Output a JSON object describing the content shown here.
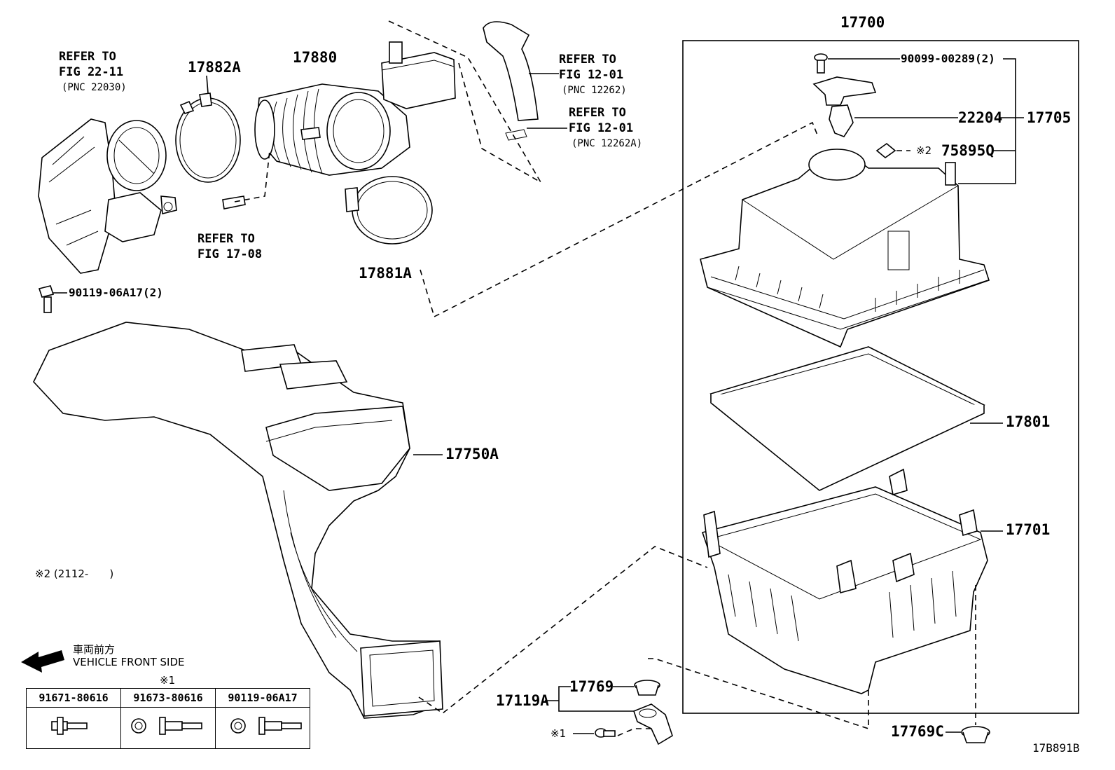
{
  "diagram_id": "17B891B",
  "assembly_label": "17700",
  "parts": {
    "p17882A": "17882A",
    "p17880": "17880",
    "p17881A": "17881A",
    "p17750A": "17750A",
    "p17705": "17705",
    "p22204": "22204",
    "p75895Q": "75895Q",
    "p17801": "17801",
    "p17701": "17701",
    "p17769": "17769",
    "p17119A": "17119A",
    "p17769C": "17769C",
    "p90099": "90099-00289(2)",
    "p90119": "90119-06A17(2)"
  },
  "refs": {
    "r1_line1": "REFER TO",
    "r1_line2": "FIG 22-11",
    "r1_pnc": "(PNC 22030)",
    "r2_line1": "REFER TO",
    "r2_line2": "FIG 12-01",
    "r2_pnc": "(PNC 12262)",
    "r3_line1": "REFER TO",
    "r3_line2": "FIG 12-01",
    "r3_pnc": "(PNC 12262A)",
    "r4_line1": "REFER TO",
    "r4_line2": "FIG 17-08"
  },
  "notes": {
    "note2": "※2 (2112-　　)",
    "mark2": "※2",
    "mark1": "※1",
    "mark1_table": "※1",
    "front_jp": "車両前方",
    "front_en": "VEHICLE FRONT SIDE"
  },
  "bolt_table": {
    "headers": [
      "91671-80616",
      "91673-80616",
      "90119-06A17"
    ]
  }
}
